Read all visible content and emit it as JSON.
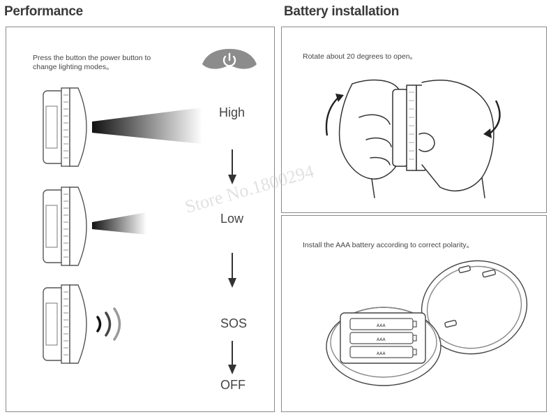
{
  "performance": {
    "heading": "Performance",
    "instruction_line1": "Press the button the power button to",
    "instruction_line2": "change lighting modes。",
    "power_icon": "power-icon",
    "modes": [
      "High",
      "Low",
      "SOS",
      "OFF"
    ]
  },
  "battery": {
    "heading": "Battery installation",
    "rotate_text": "Rotate about 20 degrees to open。",
    "install_text": "Install the AAA battery according to correct polarity。",
    "battery_labels": [
      "AAA",
      "AAA",
      "AAA"
    ]
  },
  "watermark": "Store No.1800294",
  "colors": {
    "border": "#8a8a8a",
    "ink": "#444444",
    "button": "#8c8c8c"
  }
}
